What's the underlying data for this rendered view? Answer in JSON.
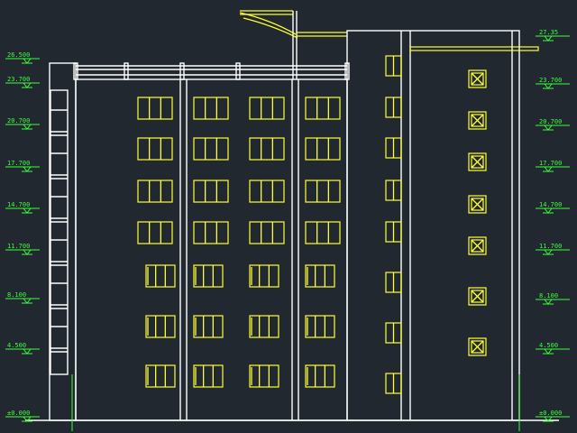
{
  "canvas": {
    "background": "#212830"
  },
  "colors": {
    "structure": "#ffffff",
    "window": "#ffff33",
    "annotation": "#3cff3c"
  },
  "left_levels": [
    "26.500",
    "23.700",
    "20.700",
    "17.700",
    "14.700",
    "11.700",
    "8.100",
    "4.500",
    "±0.000"
  ],
  "right_levels": [
    "27.35",
    "23.700",
    "20.700",
    "17.700",
    "14.700",
    "11.700",
    "8.100",
    "4.500",
    "±0.000"
  ],
  "window_grid": {
    "floors": 7,
    "bays": 4
  },
  "slot_windows": {
    "count": 8
  },
  "vent_windows": {
    "count": 7
  },
  "roof_railing_posts": 5
}
